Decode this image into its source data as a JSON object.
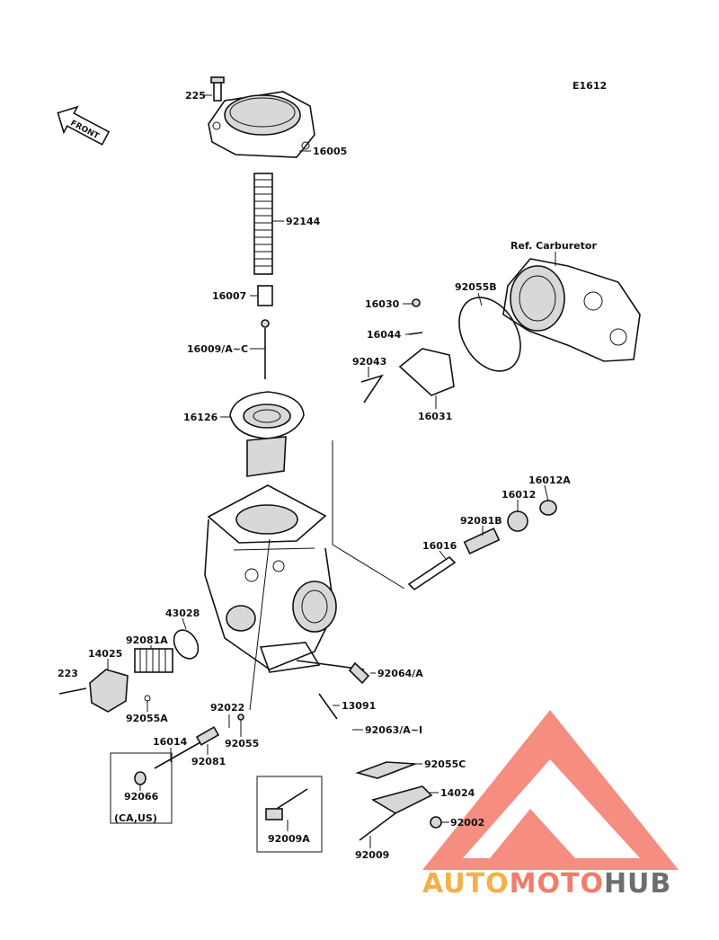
{
  "diagram_code": "E1612",
  "front_arrow_label": "FRONT",
  "ref_label": "Ref. Carburetor",
  "region_note": "(CA,US)",
  "watermark": {
    "part1": "AUTO",
    "part2": "MOTO",
    "part3": "HUB",
    "colors": {
      "part1": "#f5b04a",
      "part2": "#f47a6a",
      "part3": "#6e6e6e",
      "logo": "#f47a6a"
    }
  },
  "parts": [
    "225",
    "16005",
    "92144",
    "16007",
    "16009/A~C",
    "16126",
    "16030",
    "16044",
    "92043",
    "16031",
    "92055B",
    "16012A",
    "16012",
    "92081B",
    "16016",
    "43028",
    "92081A",
    "14025",
    "223",
    "92055A",
    "92064/A",
    "13091",
    "92063/A~I",
    "92022",
    "92055",
    "16014",
    "92081",
    "92066",
    "92055C",
    "14024",
    "92002",
    "92009",
    "92009A"
  ]
}
